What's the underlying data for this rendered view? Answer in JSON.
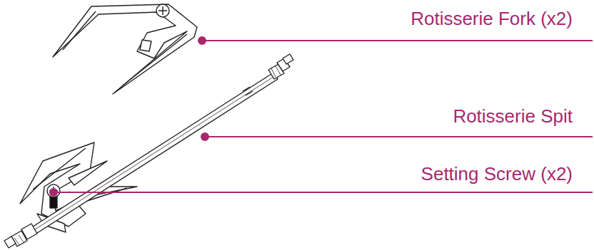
{
  "diagram": {
    "labels": [
      "Rotisserie Fork (x2)",
      "Rotisserie Spit",
      "Setting Screw (x2)"
    ]
  }
}
